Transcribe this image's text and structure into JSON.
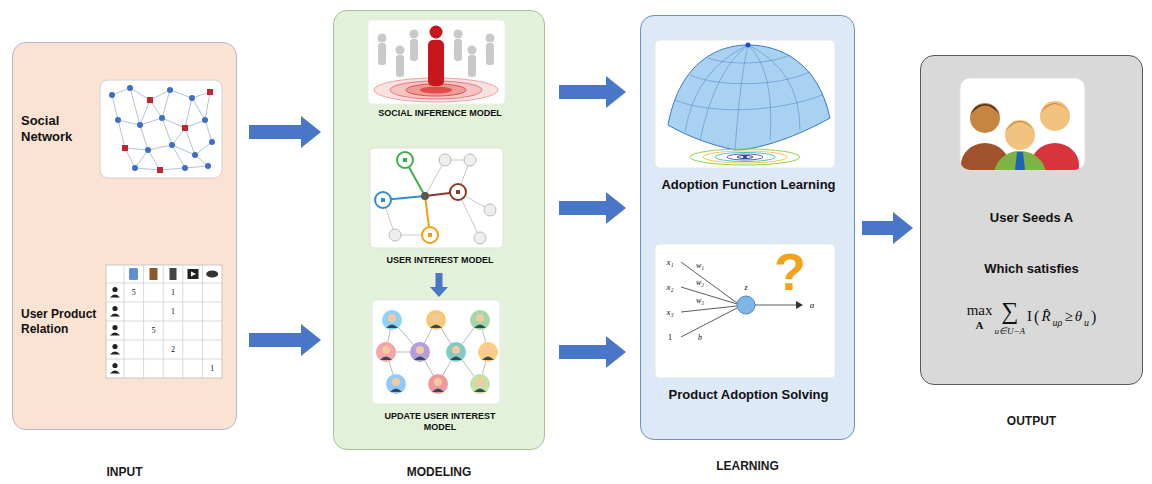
{
  "diagram": {
    "nodes": [
      {
        "text": [
          "INPUT"
        ]
      },
      {
        "text": [
          "Social Network"
        ],
        "in": 0
      },
      {
        "text": [
          "User Product Relation"
        ],
        "in": 0
      },
      {
        "text": [
          "MODELING"
        ]
      },
      {
        "text": [
          "SOCIAL INFERENCE MODEL"
        ],
        "in": 3
      },
      {
        "text": [
          "USER INTEREST MODEL"
        ],
        "in": 3
      },
      {
        "text": [
          "UPDATE USER INTEREST MODEL"
        ],
        "in": 3
      },
      {
        "text": [
          "LEARNING"
        ]
      },
      {
        "text": [
          "Adoption Function Learning"
        ],
        "in": 7
      },
      {
        "text": [
          "Product Adoption Solving"
        ],
        "in": 7
      },
      {
        "text": [
          "OUTPUT",
          "User Seeds A",
          "Which satisfies",
          "max",
          "A",
          "∑",
          "u∈U−A",
          "I",
          "(",
          "R̂",
          "uρ",
          "≥",
          "θ",
          "u",
          ")"
        ]
      }
    ],
    "edges": [
      {
        "from": 0,
        "to": 3,
        "arrow": "to"
      },
      {
        "from": 0,
        "to": 3,
        "arrow": "to"
      },
      {
        "from": 3,
        "to": 7,
        "arrow": "to"
      },
      {
        "from": 3,
        "to": 7,
        "arrow": "to"
      },
      {
        "from": 3,
        "to": 7,
        "arrow": "to"
      },
      {
        "from": 5,
        "to": 6,
        "arrow": "to"
      },
      {
        "from": 7,
        "to": 10,
        "arrow": "to"
      }
    ],
    "labels": [
      "5",
      "1",
      "1",
      "5",
      "2",
      "1",
      "x₁",
      "x₂",
      "x₃",
      "1",
      "w₁",
      "w₂",
      "w₃",
      "b",
      "z",
      "a",
      "?"
    ]
  }
}
